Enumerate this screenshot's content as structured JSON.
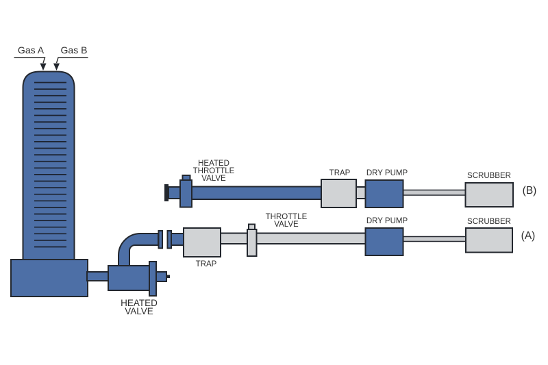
{
  "colors": {
    "component_blue": "#4d6fa6",
    "component_gray": "#d1d3d5",
    "pipe_gray": "#c9cbce",
    "outline_dark": "#23272e",
    "text": "#2d2d2d",
    "background": "#ffffff"
  },
  "tower": {
    "inlets": [
      {
        "label": "Gas A"
      },
      {
        "label": "Gas B"
      }
    ]
  },
  "heated_valve": {
    "label": "HEATED\nVALVE"
  },
  "line_b": {
    "designator": "(B)",
    "heated_throttle_valve": "HEATED\nTHROTTLE\nVALVE",
    "trap": "TRAP",
    "dry_pump": "DRY PUMP",
    "scrubber": "SCRUBBER"
  },
  "line_a": {
    "designator": "(A)",
    "trap": "TRAP",
    "throttle_valve": "THROTTLE\nVALVE",
    "dry_pump": "DRY PUMP",
    "scrubber": "SCRUBBER"
  }
}
